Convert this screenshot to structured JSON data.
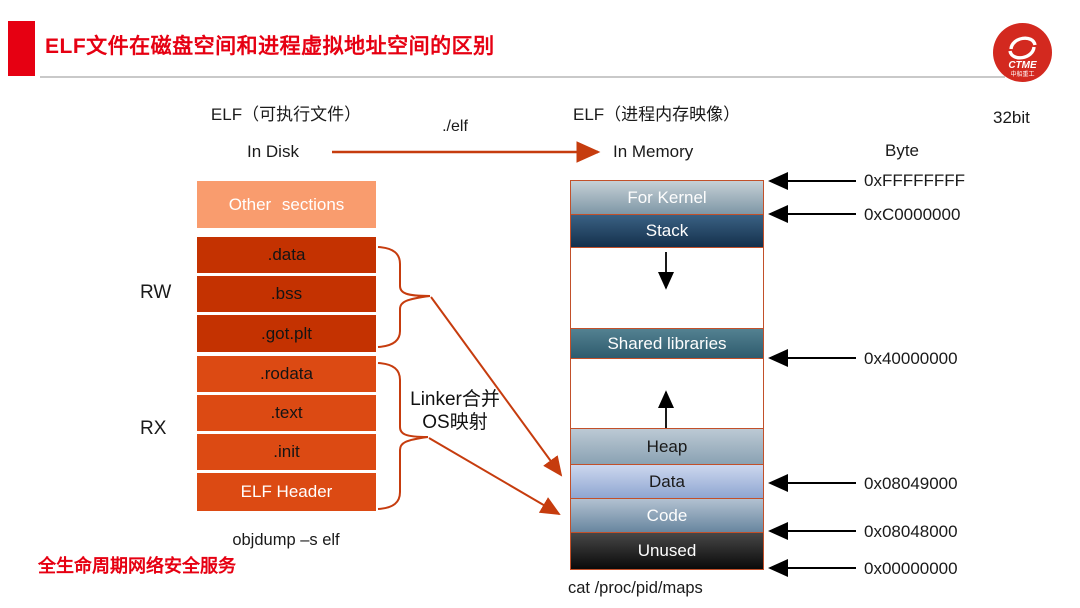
{
  "slide": {
    "title": "ELF文件在磁盘空间和进程虚拟地址空间的区别",
    "footer_slogan": "全生命周期网络安全服务"
  },
  "logo": {
    "brand": "CTME",
    "brand_sub": "中船重工"
  },
  "disk": {
    "heading": "ELF（可执行文件）",
    "location_label": "In Disk",
    "caption": "objdump –s elf",
    "permission_rw": "RW",
    "permission_rx": "RX",
    "blocks": [
      {
        "label": "Other sections"
      },
      {
        "label": ".data"
      },
      {
        "label": ".bss"
      },
      {
        "label": ".got.plt"
      },
      {
        "label": ".rodata"
      },
      {
        "label": ".text"
      },
      {
        "label": ".init"
      },
      {
        "label": "ELF Header"
      }
    ]
  },
  "memory": {
    "heading": "ELF（进程内存映像）",
    "location_label": "In Memory",
    "caption": "cat /proc/pid/maps",
    "arch_label": "32bit",
    "unit_label": "Byte",
    "blocks": [
      {
        "label": "For Kernel"
      },
      {
        "label": "Stack"
      },
      {
        "label": "Shared libraries"
      },
      {
        "label": "Heap"
      },
      {
        "label": "Data"
      },
      {
        "label": "Code"
      },
      {
        "label": "Unused"
      }
    ],
    "addresses": [
      "0xFFFFFFFF",
      "0xC0000000",
      "0x40000000",
      "0x08049000",
      "0x08048000",
      "0x00000000"
    ]
  },
  "mapping": {
    "exec_arrow_label": "./elf",
    "note_line1": "Linker合并",
    "note_line2": "OS映射"
  },
  "colors": {
    "accent_red": "#E60012",
    "arrow_orange": "#C63C0E",
    "disk_other_sections": "#F99C6E",
    "disk_rw_group": "#C43201",
    "disk_rx_group": "#DC4A13",
    "memory_border": "#C2502A",
    "stack_navy": "#14304C",
    "unused_black": "#0A0A0A"
  }
}
